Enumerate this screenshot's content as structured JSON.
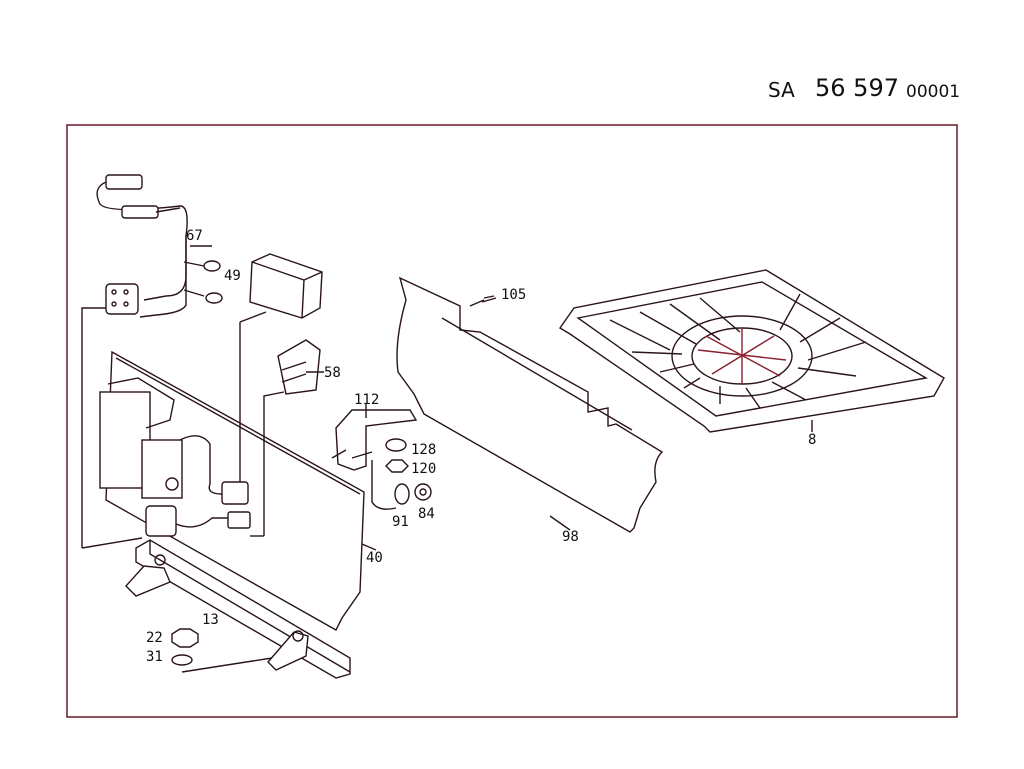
{
  "header": {
    "prefix": "SA",
    "number": "56 597",
    "suffix": "00001"
  },
  "colors": {
    "frame": "#6b1a2a",
    "line": "#2a1418",
    "accent": "#8a2030"
  },
  "labels": {
    "p67": "67",
    "p49": "49",
    "p58": "58",
    "p112": "112",
    "p105": "105",
    "p128": "128",
    "p120": "120",
    "p91": "91",
    "p84": "84",
    "p98": "98",
    "p8": "8",
    "p40": "40",
    "p13": "13",
    "p22": "22",
    "p31": "31"
  }
}
